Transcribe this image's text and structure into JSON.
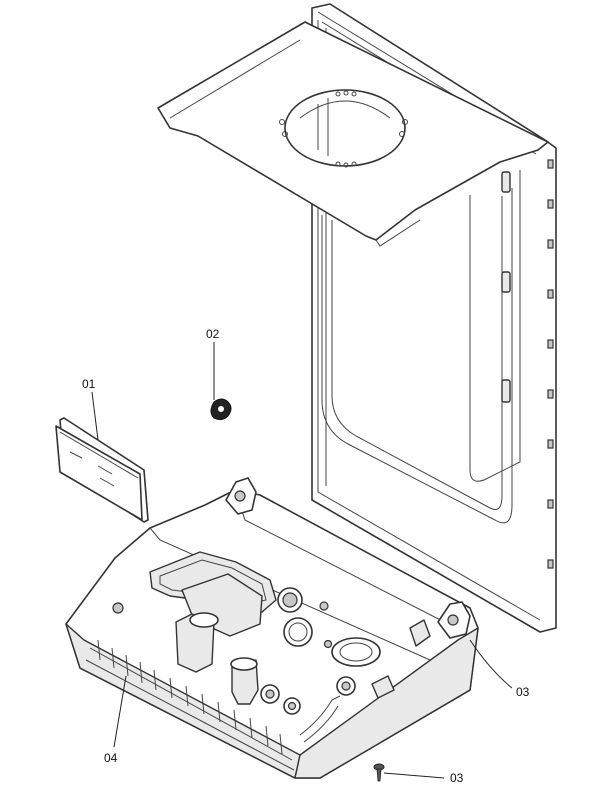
{
  "labels": {
    "part_01": "01",
    "part_02": "02",
    "part_03_a": "03",
    "part_03_b": "03",
    "part_04": "04"
  }
}
